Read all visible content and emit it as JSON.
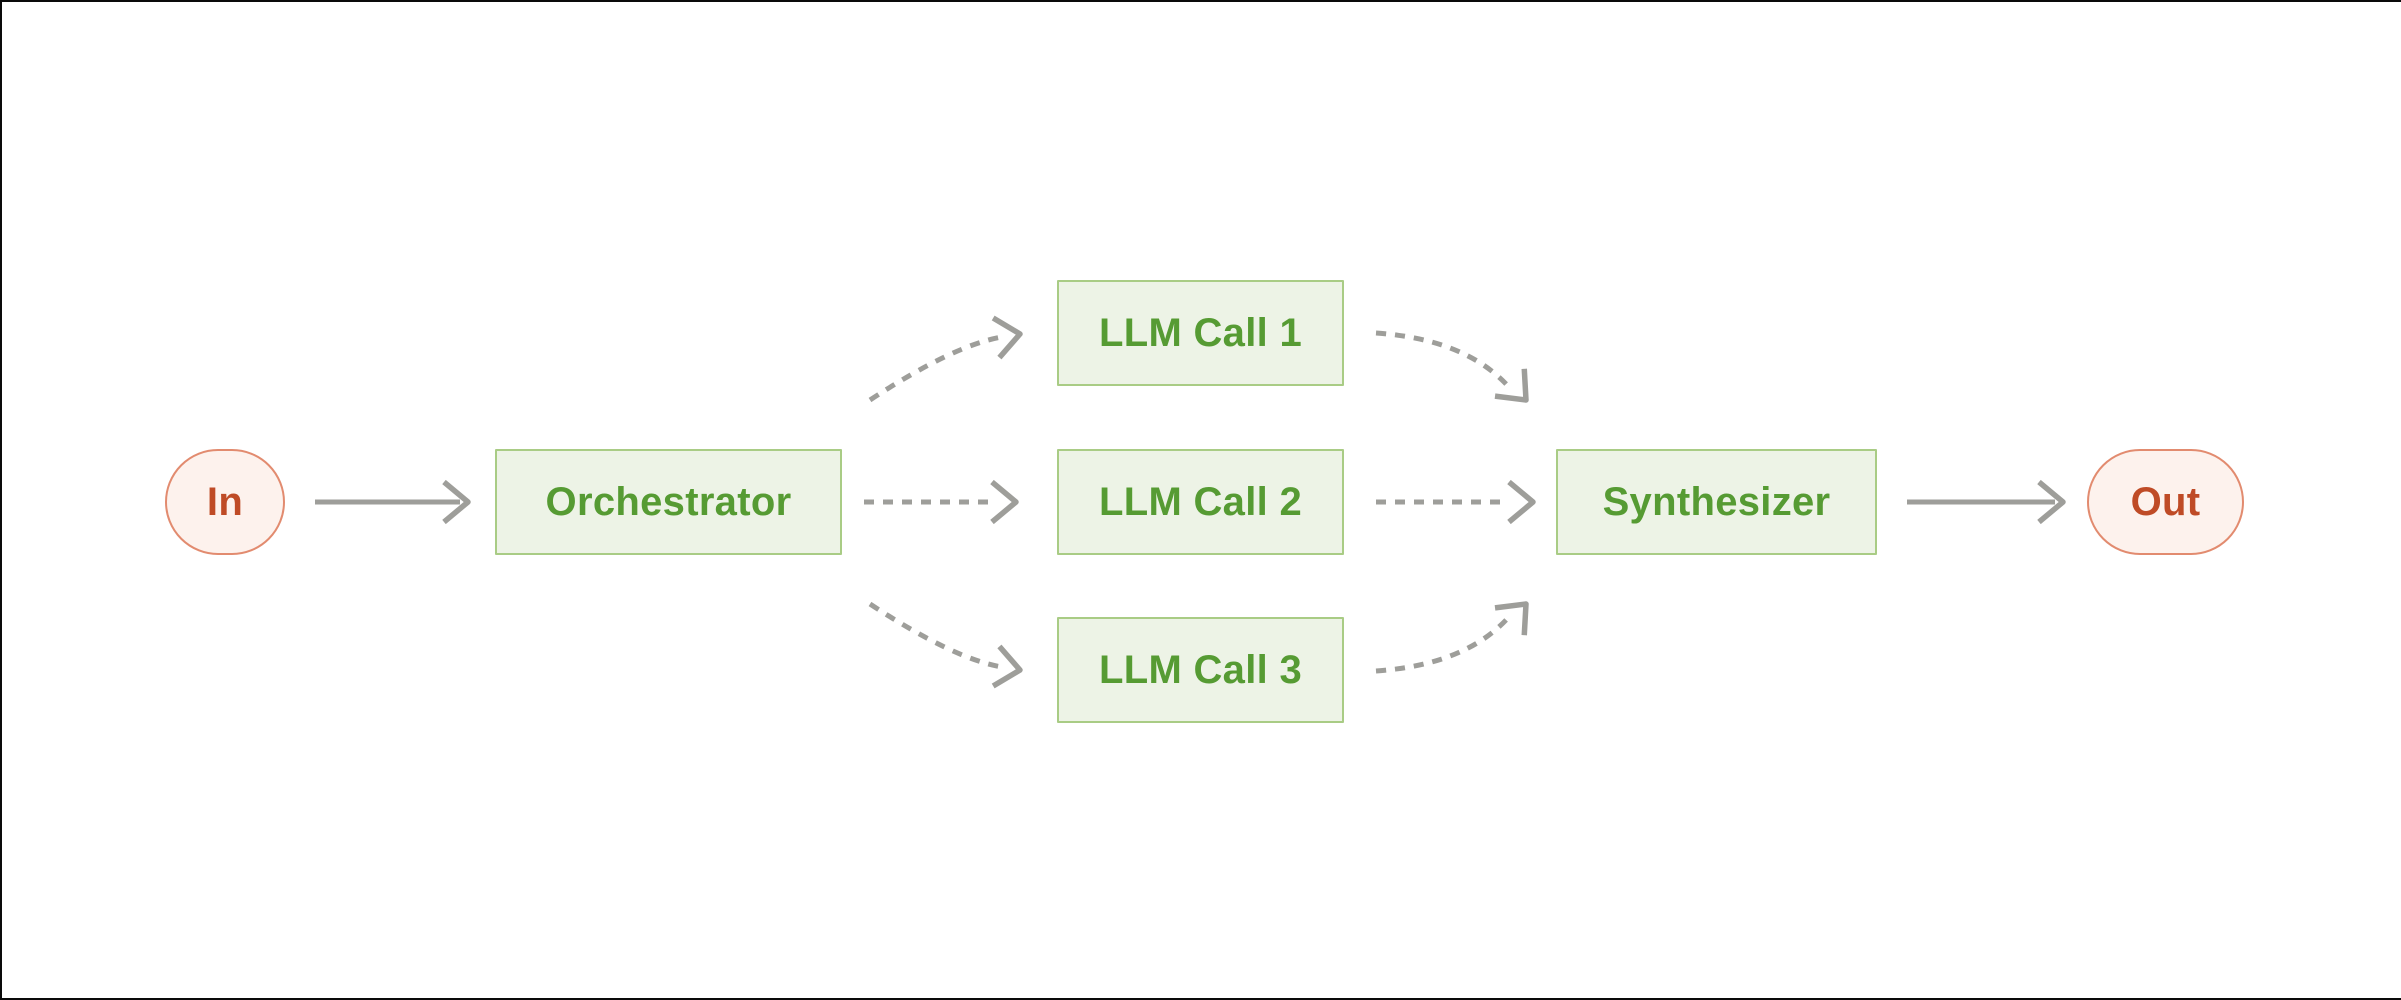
{
  "diagram": {
    "nodes": {
      "in": {
        "label": "In",
        "shape": "stadium",
        "role": "input"
      },
      "orchestrator": {
        "label": "Orchestrator",
        "shape": "rect",
        "role": "process"
      },
      "llm_call_1": {
        "label": "LLM Call 1",
        "shape": "rect",
        "role": "process"
      },
      "llm_call_2": {
        "label": "LLM Call 2",
        "shape": "rect",
        "role": "process"
      },
      "llm_call_3": {
        "label": "LLM Call 3",
        "shape": "rect",
        "role": "process"
      },
      "synthesizer": {
        "label": "Synthesizer",
        "shape": "rect",
        "role": "process"
      },
      "out": {
        "label": "Out",
        "shape": "stadium",
        "role": "output"
      }
    },
    "edges": [
      {
        "from": "in",
        "to": "orchestrator",
        "style": "solid"
      },
      {
        "from": "orchestrator",
        "to": "llm_call_1",
        "style": "dashed"
      },
      {
        "from": "orchestrator",
        "to": "llm_call_2",
        "style": "dashed"
      },
      {
        "from": "orchestrator",
        "to": "llm_call_3",
        "style": "dashed"
      },
      {
        "from": "llm_call_1",
        "to": "synthesizer",
        "style": "dashed"
      },
      {
        "from": "llm_call_2",
        "to": "synthesizer",
        "style": "dashed"
      },
      {
        "from": "llm_call_3",
        "to": "synthesizer",
        "style": "dashed"
      },
      {
        "from": "synthesizer",
        "to": "out",
        "style": "solid"
      }
    ],
    "colors": {
      "background": "#ffffff",
      "process_fill": "#edf3e6",
      "process_border": "#a9cc85",
      "process_text": "#569b33",
      "io_fill": "#fdf2ed",
      "io_border": "#e28b6f",
      "io_text": "#bf4b26",
      "arrow": "#9e9e9a",
      "frame_border": "#0a0a0a"
    }
  }
}
